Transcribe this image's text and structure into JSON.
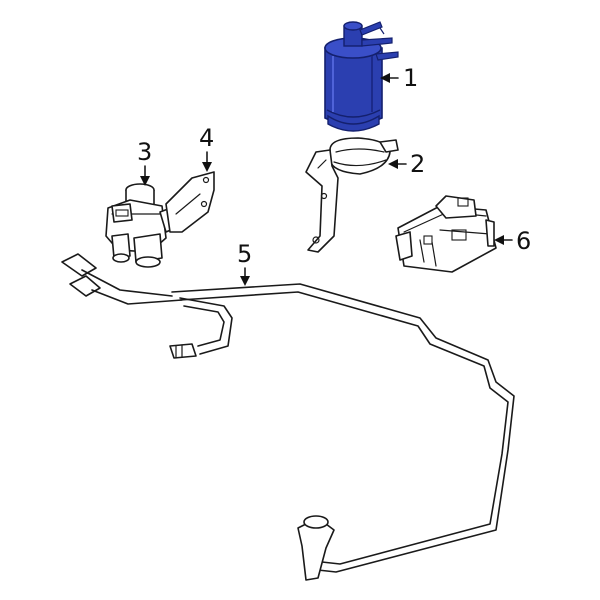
{
  "colors": {
    "highlight": "#2b3fb0",
    "highlight_dark": "#14206e",
    "line": "#1a1a1a",
    "background": "#ffffff"
  },
  "callouts": [
    {
      "id": "1",
      "label": "1"
    },
    {
      "id": "2",
      "label": "2"
    },
    {
      "id": "3",
      "label": "3"
    },
    {
      "id": "4",
      "label": "4"
    },
    {
      "id": "5",
      "label": "5"
    },
    {
      "id": "6",
      "label": "6"
    }
  ]
}
